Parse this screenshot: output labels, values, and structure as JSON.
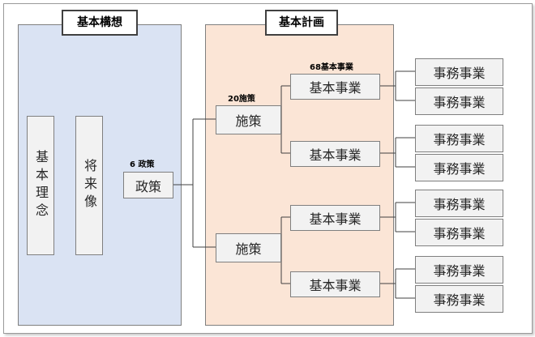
{
  "kousou": {
    "header": "基本構想",
    "rinen_label": "基本理念",
    "shoraizo_label": "将来像"
  },
  "keikaku": {
    "header": "基本計画"
  },
  "counts": {
    "seisaku": "6 政策",
    "shisaku": "20施策",
    "kihon_jigyo": "68基本事業"
  },
  "seisaku_label": "政策",
  "shisaku_labels": [
    "施策",
    "施策"
  ],
  "kihon_jigyo_labels": [
    "基本事業",
    "基本事業",
    "基本事業",
    "基本事業"
  ],
  "jimu_jigyo_labels": [
    "事務事業",
    "事務事業",
    "事務事業",
    "事務事業",
    "事務事業",
    "事務事業",
    "事務事業",
    "事務事業"
  ]
}
